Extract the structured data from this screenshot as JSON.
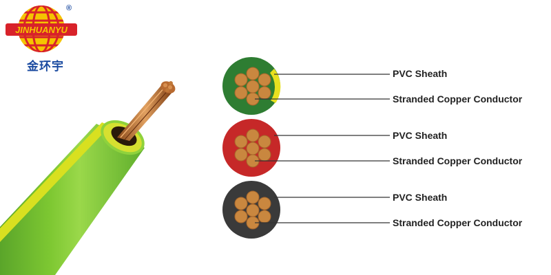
{
  "brand": {
    "name": "JINHUANYU",
    "name_cn": "金环宇",
    "registered_mark": "®"
  },
  "colors": {
    "brand_red": "#d8222a",
    "brand_yellow": "#f5c400",
    "brand_blue": "#1a4aa0",
    "green_sheath": "#2e7d32",
    "red_sheath": "#c62828",
    "gray_sheath": "#3a3a3a",
    "copper": "#c9873f",
    "cable_green": "#7ec832",
    "cable_yellow": "#d8e020"
  },
  "cross_sections": [
    {
      "sheath": "green-yellow",
      "sheath_label": "PVC Sheath",
      "conductor_label": "Stranded Copper Conductor"
    },
    {
      "sheath": "red",
      "sheath_label": "PVC Sheath",
      "conductor_label": "Stranded Copper Conductor"
    },
    {
      "sheath": "gray",
      "sheath_label": "PVC Sheath",
      "conductor_label": "Stranded Copper Conductor"
    }
  ]
}
